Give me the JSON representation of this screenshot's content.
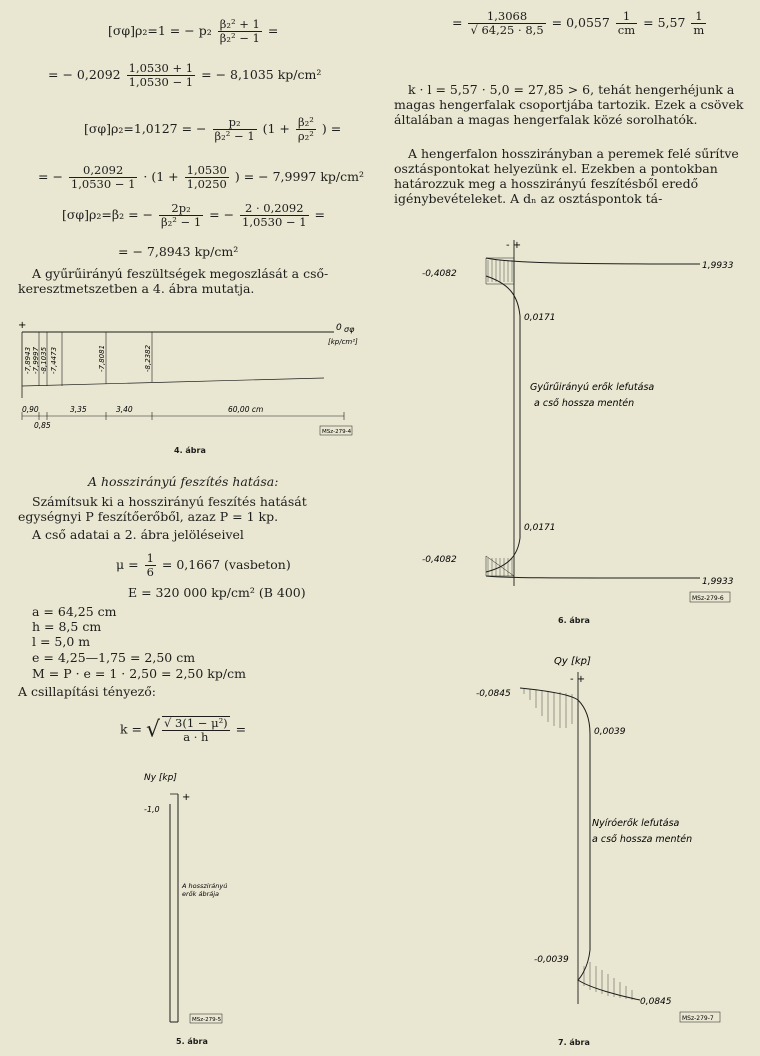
{
  "left": {
    "eq1_lhs": "[σφ]ρ₂=1 = − p₂",
    "eq1_num": "β₂² + 1",
    "eq1_den": "β₂² − 1",
    "eq1_tail": "=",
    "eq2_pre": "= − 0,2092",
    "eq2_num": "1,0530 + 1",
    "eq2_den": "1,0530 − 1",
    "eq2_res": "= − 8,1035 kp/cm²",
    "eq3_lhs": "[σφ]ρ₂=1,0127 = −",
    "eq3_num": "p₂",
    "eq3_den": "β₂² − 1",
    "eq3_par_pre": "(1 +",
    "eq3_pnum": "β₂²",
    "eq3_pden": "ρ₂²",
    "eq3_tail": ") =",
    "eq4_pre": "= −",
    "eq4_num": "0,2092",
    "eq4_den": "1,0530 − 1",
    "eq4_mid": "· (1 +",
    "eq4_pnum": "1,0530",
    "eq4_pden": "1,0250",
    "eq4_res": ") = − 7,9997 kp/cm²",
    "eq5_lhs": "[σφ]ρ₂=β₂ = −",
    "eq5_num1": "2p₂",
    "eq5_den1": "β₂² − 1",
    "eq5_mid": "= −",
    "eq5_num2": "2 · 0,2092",
    "eq5_den2": "1,0530 − 1",
    "eq5_tail": "=",
    "eq6": "= − 7,8943 kp/cm²",
    "para1": "A gyűrűirányú feszültségek megoszlását a cső-keresztmetszetben a 4. ábra mutatja.",
    "fig4_caption": "4. ábra",
    "section_title": "A hosszirányú feszítés hatása:",
    "para2": "Számítsuk ki a hosszirányú feszítés hatását egységnyi P feszítőerőből, azaz P = 1 kp.",
    "para3": "A cső adatai a 2. ábra jelöléseivel",
    "mu_lhs": "μ =",
    "mu_num": "1",
    "mu_den": "6",
    "mu_rhs": "= 0,1667 (vasbeton)",
    "E_line": "E = 320 000 kp/cm² (B 400)",
    "a_line": "a = 64,25 cm",
    "h_line": "h = 8,5 cm",
    "l_line": "l = 5,0 m",
    "e_line": "e = 4,25—1,75 = 2,50 cm",
    "M_line": "M = P · e = 1 · 2,50 = 2,50 kp/cm",
    "damp_label": "A csillapítási tényező:",
    "k_lhs": "k =",
    "k_num": "√ 3(1 − μ²)",
    "k_den": "a · h",
    "k_tail": "=",
    "fig5_caption": "5. ábra"
  },
  "right": {
    "eq7_pre": "=",
    "eq7_num": "1,3068",
    "eq7_den": "√ 64,25 · 8,5",
    "eq7_res": "= 0,0557",
    "eq7_u1n": "1",
    "eq7_u1d": "cm",
    "eq7_mid": "= 5,57",
    "eq7_u2n": "1",
    "eq7_u2d": "m",
    "para4": "k · l = 5,57 · 5,0 = 27,85 > 6, tehát hengerhéjunk a magas hengerfalak csoportjába tartozik. Ezek a csövek általában a magas hengerfalak közé sorolhatók.",
    "para5": "A hengerfalon hosszirányban a peremek felé sűrítve osztáspontokat helyezünk el. Ezekben a pontokban határozzuk meg a hosszirányú feszítésből eredő igénybevételeket. A dₙ az osztáspontok tá-",
    "fig6_caption": "6. ábra",
    "fig7_caption": "7. ábra"
  },
  "fig4": {
    "plus": "+",
    "zero": "0",
    "sigma": "σφ",
    "unit": "[kp/cm²]",
    "values": [
      "-7,8943",
      "-7,9997",
      "-8,1035",
      "-7,4473",
      "-7,8081",
      "-8,2382"
    ],
    "dims": [
      "0,90",
      "0,85",
      "3,35",
      "3,40",
      "60,00 cm"
    ],
    "stamp": "MSz-279-4"
  },
  "fig5": {
    "axis": "Ny [kp]",
    "minus1": "-1,0",
    "plus": "+",
    "label1": "A hosszirányú",
    "label2": "erők ábrája",
    "stamp": "MSz-279-5"
  },
  "fig6": {
    "sign": "- +",
    "top_neg": "-0,4082",
    "top_pos": "1,9933",
    "mid_top": "0,0171",
    "label1": "Gyűrűirányú erők lefutása",
    "label2": "a cső hossza mentén",
    "mid_bot": "0,0171",
    "bot_neg": "-0,4082",
    "bot_pos": "1,9933",
    "stamp": "MSz-279-6"
  },
  "fig7": {
    "axis": "Qy [kp]",
    "sign": "- +",
    "top_neg": "-0,0845",
    "mid_top": "0,0039",
    "label1": "Nyíróerők lefutása",
    "label2": "a cső hossza mentén",
    "mid_bot": "-0,0039",
    "bot_pos": "0,0845",
    "stamp": "MSz-279-7"
  }
}
